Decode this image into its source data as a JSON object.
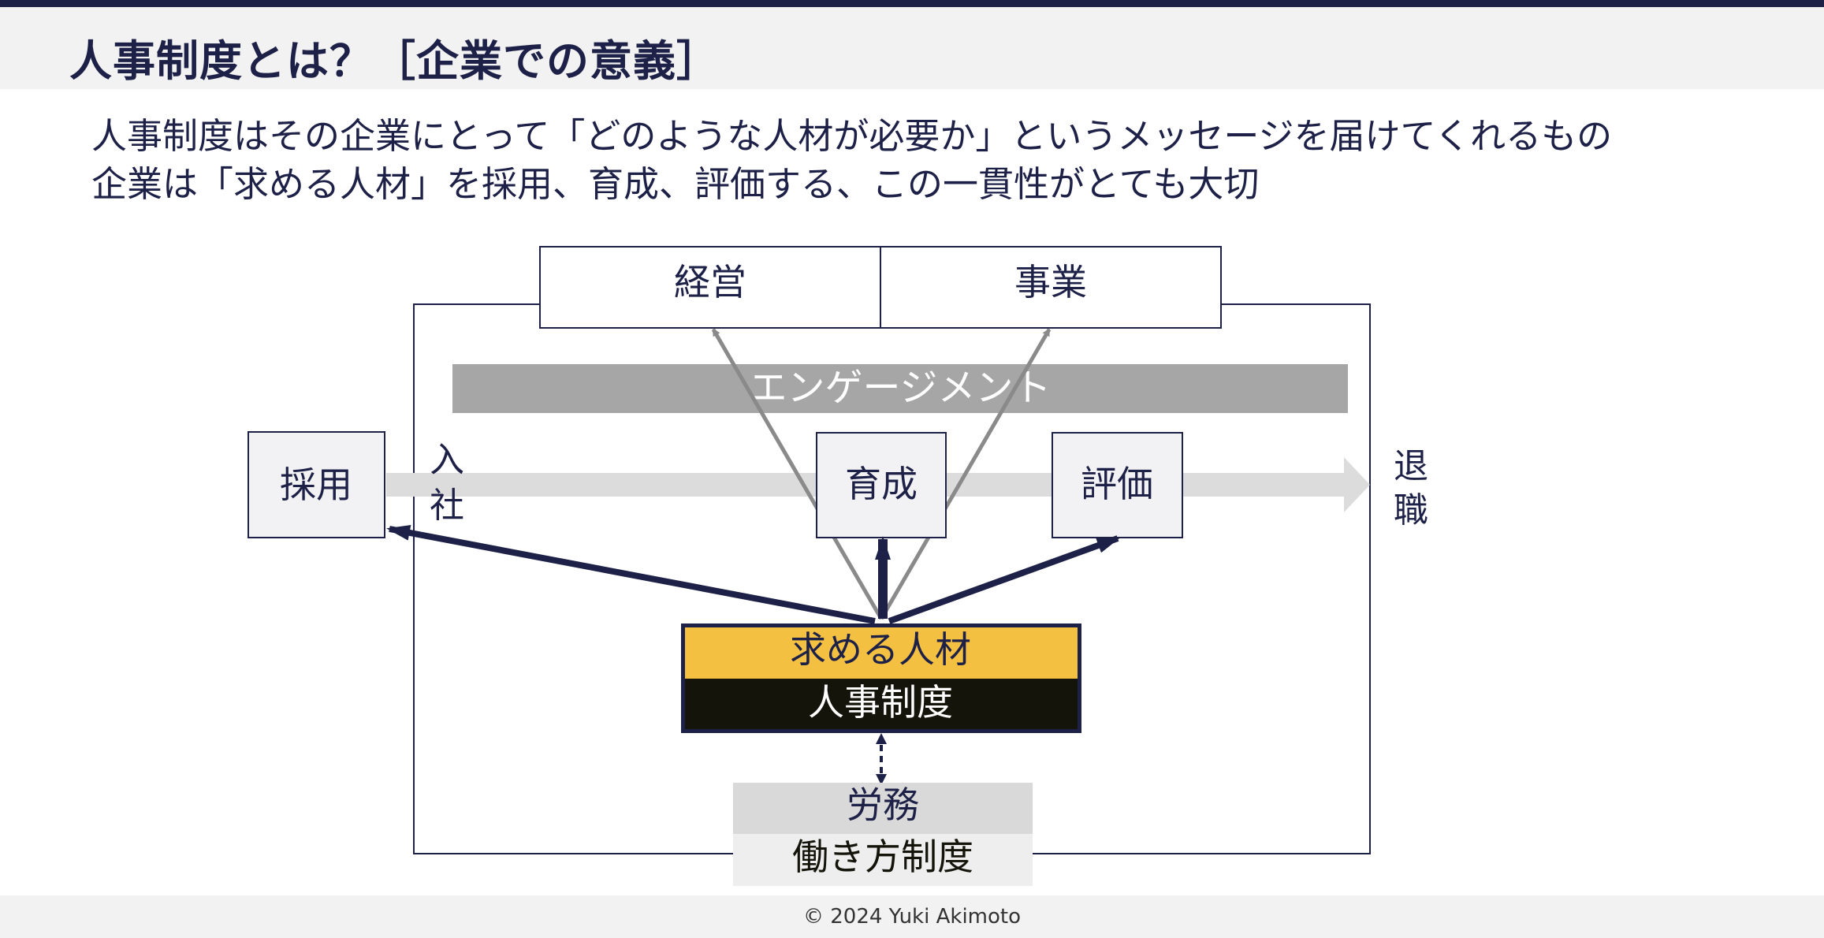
{
  "title": "人事制度とは？［企業での意義］",
  "intro": {
    "line1": "人事制度はその企業にとって「どのような人材が必要か」というメッセージを届けてくれるもの",
    "line2": "企業は「求める人材」を採用、育成、評価する、この一貫性がとても大切"
  },
  "diagram": {
    "management": "経営",
    "business": "事業",
    "engagement": "エンゲージメント",
    "recruit": "採用",
    "join_top": "入",
    "join_bottom": "社",
    "develop": "育成",
    "evaluate": "評価",
    "leave_top": "退",
    "leave_bottom": "職",
    "ideal_talent": "求める人材",
    "hr_system": "人事制度",
    "labor": "労務",
    "work_style": "働き方制度"
  },
  "colors": {
    "navy": "#1e2147",
    "gold": "#f3c042",
    "black": "#14140a",
    "engagement_gray": "#a6a6a6",
    "flow_gray": "#dcdcdc",
    "box_fill": "#f2f2f4"
  },
  "footer": {
    "copyright": "© 2024 Yuki Akimoto"
  }
}
